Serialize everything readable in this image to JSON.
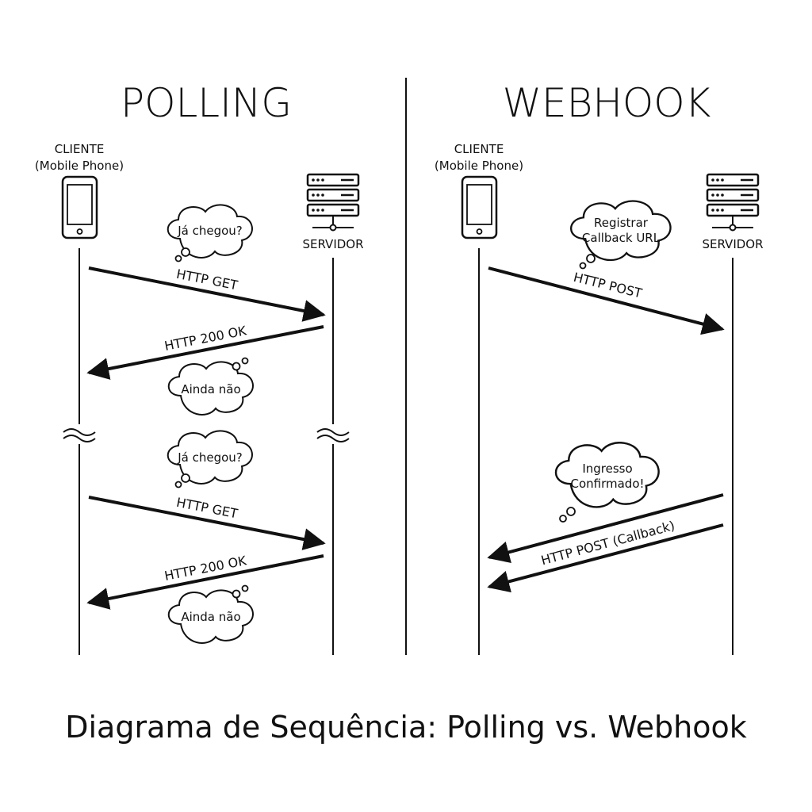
{
  "polling": {
    "title": "POLLING",
    "client_label_1": "CLIENTE",
    "client_label_2": "(Mobile Phone)",
    "server_label": "SERVIDOR",
    "thought_ask_1": "Já chegou?",
    "request_1": "HTTP GET",
    "response_1": "HTTP 200 OK",
    "thought_reply_1": "Ainda não",
    "thought_ask_2": "Já chegou?",
    "request_2": "HTTP GET",
    "response_2": "HTTP 200 OK",
    "thought_reply_2": "Ainda não"
  },
  "webhook": {
    "title": "WEBHOOK",
    "client_label_1": "CLIENTE",
    "client_label_2": "(Mobile Phone)",
    "server_label": "SERVIDOR",
    "thought_register_1": "Registrar",
    "thought_register_2": "Callback URL",
    "request_1": "HTTP POST",
    "thought_confirm_1": "Ingresso",
    "thought_confirm_2": "Confirmado!",
    "callback_label": "HTTP POST (Callback)"
  },
  "caption": "Diagrama de Sequência: Polling vs. Webhook",
  "colors": {
    "ink": "#111111",
    "background": "#ffffff"
  }
}
